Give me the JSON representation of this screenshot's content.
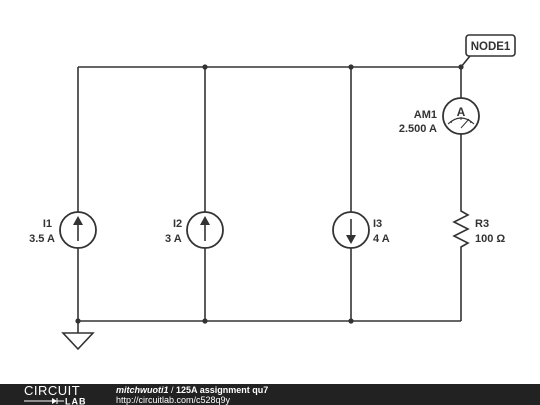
{
  "schematic": {
    "node_label": "NODE1",
    "sources": [
      {
        "name": "I1",
        "value": "3.5 A",
        "direction": "up"
      },
      {
        "name": "I2",
        "value": "3 A",
        "direction": "up"
      },
      {
        "name": "I3",
        "value": "4 A",
        "direction": "down"
      }
    ],
    "ammeter": {
      "name": "AM1",
      "reading": "2.500 A",
      "symbol": "A"
    },
    "resistor": {
      "name": "R3",
      "value": "100 Ω"
    }
  },
  "footer": {
    "logo_top": "CIRCUIT",
    "logo_bottom": "LAB",
    "author": "mitchwuoti1",
    "separator": " / ",
    "title": "125A assignment qu7",
    "url": "http://circuitlab.com/c528q9y",
    "background": "#222222"
  }
}
